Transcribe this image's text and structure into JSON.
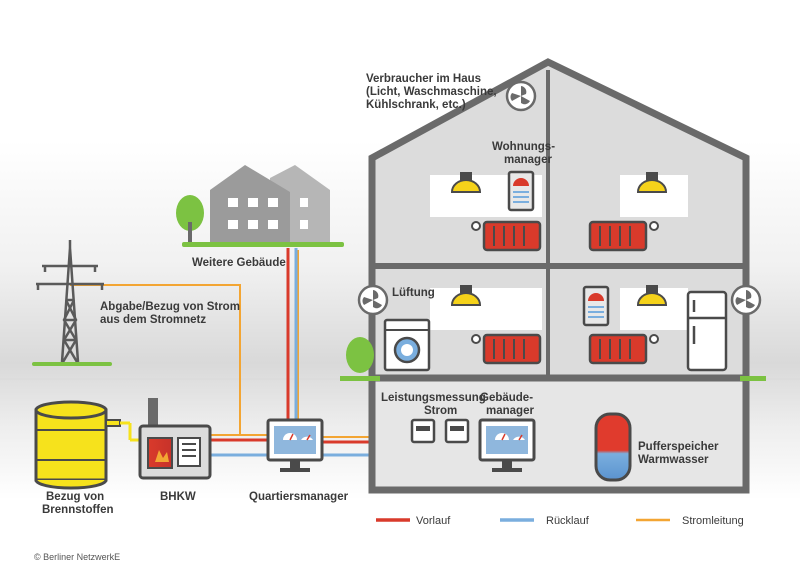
{
  "labels": {
    "consumers": [
      "Verbraucher im Haus",
      "(Licht, Waschmaschine,",
      "Kühlschrank, etc.)"
    ],
    "apartment_manager": [
      "Wohnungs-",
      "manager"
    ],
    "other_buildings": "Weitere Gebäude",
    "grid": [
      "Abgabe/Bezug von Strom",
      "aus dem Stromnetz"
    ],
    "ventilation": "Lüftung",
    "power_measurement": [
      "Leistungsmessung",
      "Strom"
    ],
    "building_manager": [
      "Gebäude-",
      "manager"
    ],
    "buffer_storage": [
      "Pufferspeicher",
      "Warmwasser"
    ],
    "fuel": [
      "Bezug von",
      "Brennstoffen"
    ],
    "chp": "BHKW",
    "district_manager": "Quartiersmanager"
  },
  "legend": {
    "supply": "Vorlauf",
    "return": "Rücklauf",
    "power_line": "Stromleitung"
  },
  "copyright": "© Berliner NetzwerkE",
  "colors": {
    "supply": "#d93a2b",
    "return": "#7aaede",
    "power_line": "#f3a533",
    "house_outline": "#6a6a6a",
    "grass": "#7cc242",
    "fuel_tank": "#f6e21c",
    "lamp": "#f5d21a"
  }
}
